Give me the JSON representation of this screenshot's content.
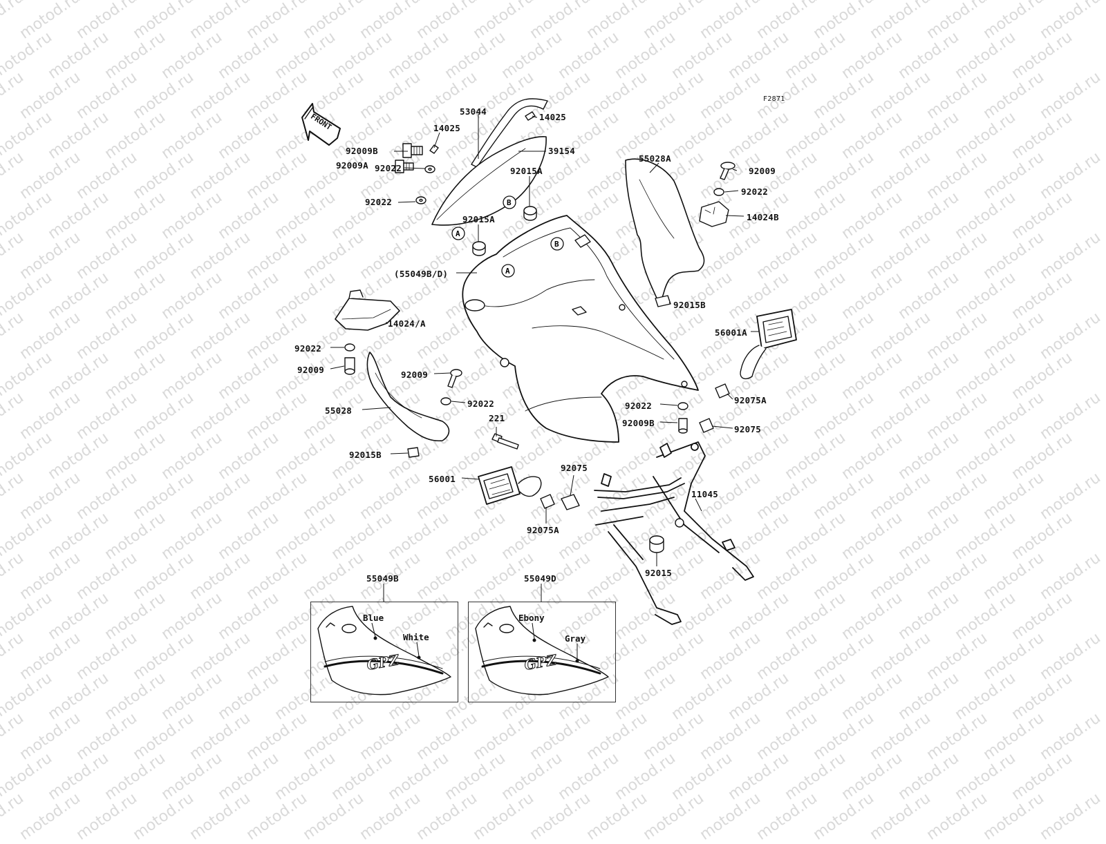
{
  "watermark": "motod.ru",
  "figure_id": "F2871",
  "front_label": "FRONT",
  "refs": {
    "a": "A",
    "b": "B"
  },
  "labels": {
    "p53044": "53044",
    "p14025_right": "14025",
    "p14025_left": "14025",
    "p92009B_top": "92009B",
    "p39154": "39154",
    "p92022_a": "92022",
    "p92009A": "92009A",
    "p92015A_upper": "92015A",
    "p92022_b": "92022",
    "p92015A_lower": "92015A",
    "p55028A": "55028A",
    "p92009_top_right": "92009",
    "p92022_top_right": "92022",
    "p14024B": "14024B",
    "p55049BD": "(55049B/D)",
    "p92015B_right": "92015B",
    "p56001A": "56001A",
    "p14024A": "14024/A",
    "p92022_left": "92022",
    "p92009_left": "92009",
    "p92009_mid": "92009",
    "p55028": "55028",
    "p92022_mid": "92022",
    "p92022_right_mid": "92022",
    "p92075A_right": "92075A",
    "p92009B_mid": "92009B",
    "p92075_right": "92075",
    "p221": "221",
    "p92015B_left": "92015B",
    "p56001": "56001",
    "p92075_mid": "92075",
    "p11045": "11045",
    "p92075A_mid": "92075A",
    "p92015": "92015"
  },
  "insets": [
    {
      "part": "55049B",
      "color1": "Blue",
      "color2": "White"
    },
    {
      "part": "55049D",
      "color1": "Ebony",
      "color2": "Gray"
    }
  ],
  "insets_logo": "GPZ"
}
